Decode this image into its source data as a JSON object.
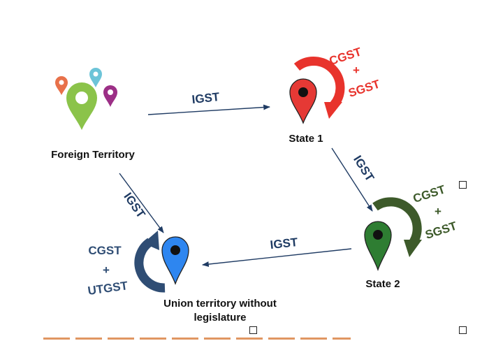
{
  "nodes": {
    "foreign": "Foreign Territory",
    "state1": "State 1",
    "state2": "State 2",
    "ut_line1": "Union territory without",
    "ut_line2": "legislature"
  },
  "edges": {
    "foreign_to_state1": "IGST",
    "state1_to_state2": "IGST",
    "state2_to_ut": "IGST",
    "foreign_to_ut": "IGST"
  },
  "taxes": {
    "state1": [
      "CGST",
      "+",
      "SGST"
    ],
    "state2": [
      "CGST",
      "+",
      "SGST"
    ],
    "ut": [
      "CGST",
      "+",
      "UTGST"
    ]
  },
  "colors": {
    "igst": "#1f3b63",
    "state1": "#e8332c",
    "state2": "#3d5a2a",
    "ut": "#2f4d74",
    "pin_state1": "#e53935",
    "pin_state2": "#2e7d32",
    "pin_ut": "#2e86f0",
    "pin_foreign_main": "#8bc34a",
    "pin_foreign_orange": "#e8714a",
    "pin_foreign_cyan": "#6cc4d8",
    "pin_foreign_purple": "#9c2f86"
  }
}
